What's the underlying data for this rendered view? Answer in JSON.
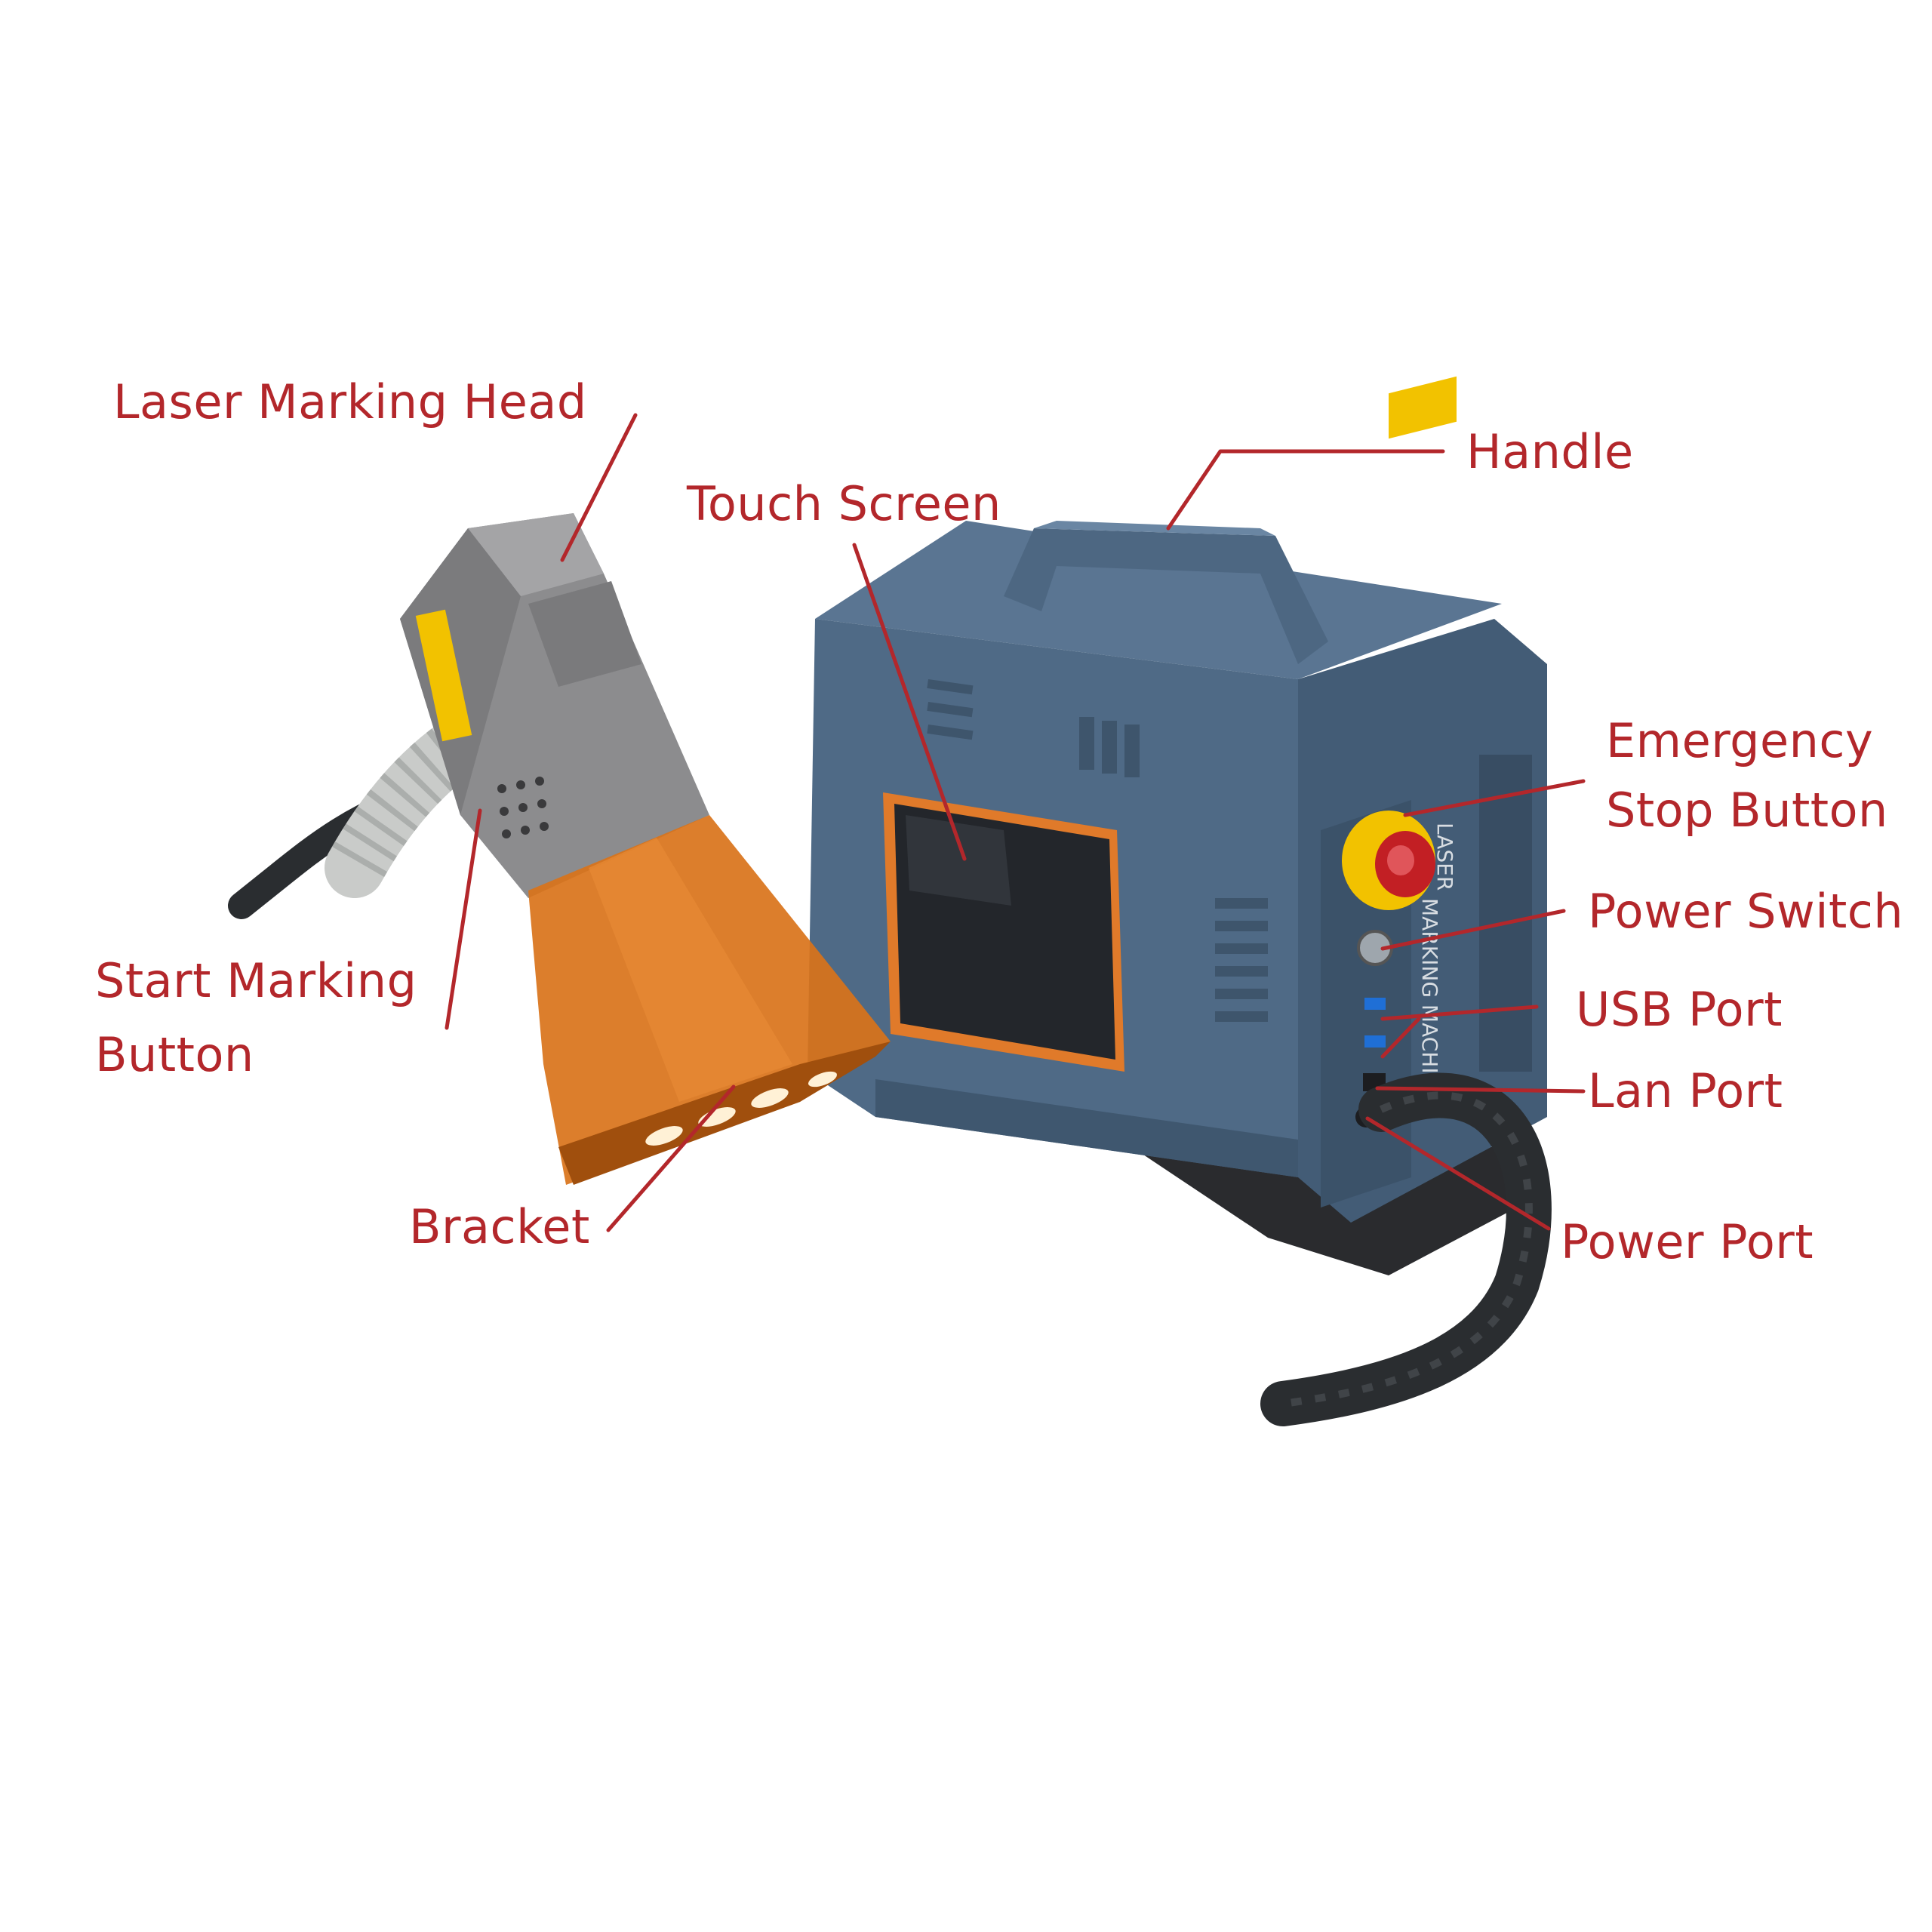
{
  "diagram": {
    "subject": "Portable laser marking machine",
    "colors": {
      "label": "#b3272b",
      "body_blue": "#4f6a86",
      "head_grey": "#8c8c8e",
      "shield_orange": "#d9731a",
      "estop_red": "#c21f24",
      "estop_yellow": "#f2c200",
      "cable": "#2a2d30"
    },
    "labels": {
      "laser_marking_head": "Laser Marking Head",
      "touch_screen": "Touch Screen",
      "handle": "Handle",
      "emergency_stop_line1": "Emergency",
      "emergency_stop_line2": "Stop Button",
      "power_switch": "Power Switch",
      "usb_port": "USB Port",
      "lan_port": "Lan Port",
      "power_port": "Power Port",
      "start_marking_line1": "Start Marking",
      "start_marking_line2": "Button",
      "bracket": "Bracket"
    },
    "machine_side_text": [
      "LASER",
      "MARKING MACHINE"
    ]
  }
}
